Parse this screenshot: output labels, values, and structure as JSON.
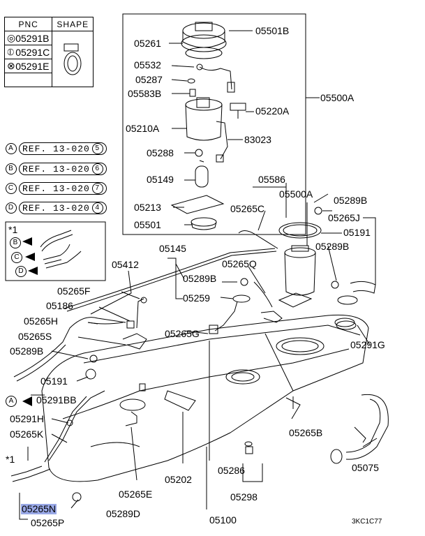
{
  "legend": {
    "headers": [
      "PNC",
      "SHAPE"
    ],
    "rows": [
      {
        "symbol": "◎",
        "pnc": "05291B"
      },
      {
        "symbol": "⦶",
        "pnc": "05291C"
      },
      {
        "symbol": "⊗",
        "pnc": "05291E"
      }
    ]
  },
  "refs": [
    {
      "letter": "A",
      "text": "REF. 13-020",
      "num": "5"
    },
    {
      "letter": "B",
      "text": "REF. 13-020",
      "num": "6"
    },
    {
      "letter": "C",
      "text": "REF. 13-020",
      "num": "7"
    },
    {
      "letter": "D",
      "text": "REF. 13-020",
      "num": "4"
    }
  ],
  "inset_note": "*1",
  "inset_letters": [
    "B",
    "C",
    "D"
  ],
  "parts": {
    "p05501B": "05501B",
    "p05261": "05261",
    "p05532": "05532",
    "p05287": "05287",
    "p05583B": "05583B",
    "p05220A": "05220A",
    "p05500A_top": "05500A",
    "p05210A": "05210A",
    "p83023": "83023",
    "p05288": "05288",
    "p05149": "05149",
    "p05213": "05213",
    "p05501": "05501",
    "p05586": "05586",
    "p05500A": "05500A",
    "p05289B_a": "05289B",
    "p05265C": "05265C",
    "p05265J": "05265J",
    "p05191_a": "05191",
    "p05289B_b": "05289B",
    "p05145": "05145",
    "p05412": "05412",
    "p05265Q": "05265Q",
    "p05289B_c": "05289B",
    "p05259": "05259",
    "p05265F": "05265F",
    "p05186": "05186",
    "p05265H": "05265H",
    "p05265S": "05265S",
    "p05265G": "05265G",
    "p05291G": "05291G",
    "p05289B_d": "05289B",
    "p05191_b": "05191",
    "p05291BB": "05291BB",
    "p05291H": "05291H",
    "p05265K": "05265K",
    "p05265B": "05265B",
    "p05075": "05075",
    "p05202": "05202",
    "p05286": "05286",
    "p05298": "05298",
    "p05265E": "05265E",
    "p05265N": "05265N",
    "p05289D": "05289D",
    "p05265P": "05265P",
    "p05100": "05100",
    "p_star1": "*1",
    "p_A": "A"
  },
  "diagram_code": "3KC1C77"
}
